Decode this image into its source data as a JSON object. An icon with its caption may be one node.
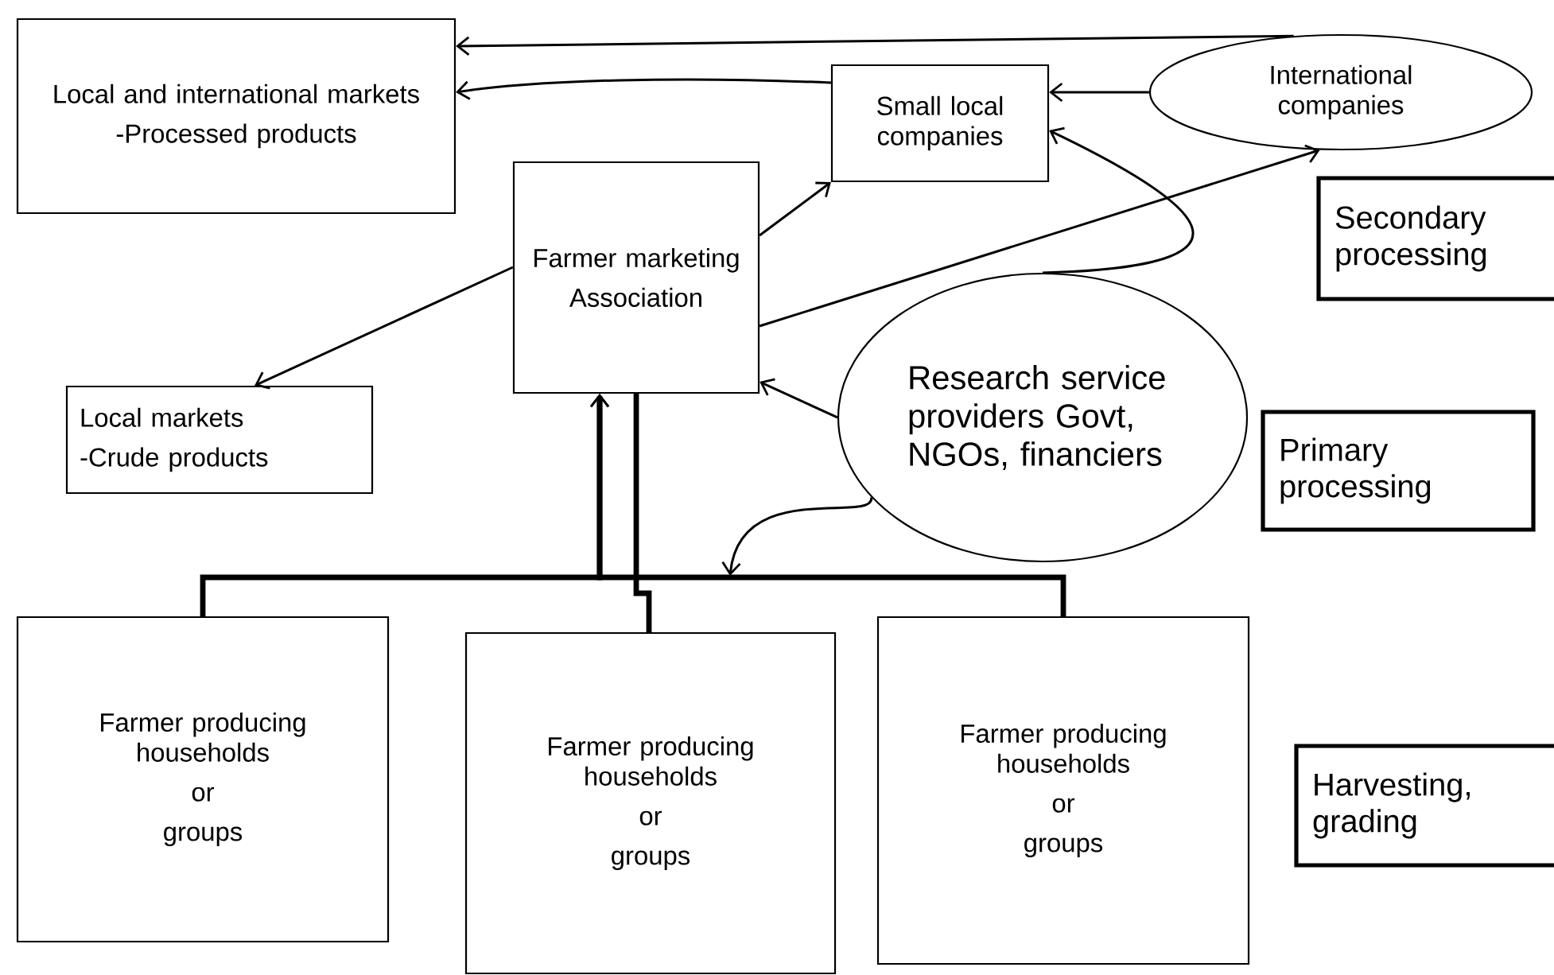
{
  "diagram": {
    "nodes": [
      {
        "text": [
          "Local and international markets",
          "-Processed products"
        ]
      },
      {
        "text": [
          "Small local companies"
        ]
      },
      {
        "text": [
          "International companies"
        ]
      },
      {
        "text": [
          "Farmer marketing",
          "Association"
        ]
      },
      {
        "text": [
          "Secondary processing"
        ]
      },
      {
        "text": [
          "Local markets",
          "-Crude products"
        ]
      },
      {
        "text": [
          "Research service providers Govt, NGOs, financiers"
        ]
      },
      {
        "text": [
          "Primary processing"
        ]
      },
      {
        "text": [
          "Farmer producing households",
          "or",
          "groups"
        ]
      },
      {
        "text": [
          "Farmer producing households",
          "or",
          "groups"
        ]
      },
      {
        "text": [
          "Farmer producing households",
          "or",
          "groups"
        ]
      },
      {
        "text": [
          "Harvesting, grading"
        ]
      }
    ],
    "edges": [
      {
        "from": 2,
        "to": 0,
        "arrow": "to"
      },
      {
        "from": 1,
        "to": 0,
        "arrow": "to"
      },
      {
        "from": 2,
        "to": 1,
        "arrow": "to"
      },
      {
        "from": 3,
        "to": 1,
        "arrow": "to"
      },
      {
        "from": 3,
        "to": 2,
        "arrow": "to"
      },
      {
        "from": 6,
        "to": 1,
        "arrow": "to"
      },
      {
        "from": 3,
        "to": 5,
        "arrow": "to"
      },
      {
        "from": 6,
        "to": 3,
        "arrow": "to"
      },
      {
        "from": 8,
        "to": 3,
        "arrow": "to",
        "style": "thick"
      },
      {
        "from": 10,
        "to": 3,
        "arrow": "to",
        "style": "thick"
      },
      {
        "from": 3,
        "to": 9,
        "arrow": "none",
        "style": "thick"
      },
      {
        "from": 6,
        "to": null,
        "arrow": "to"
      }
    ]
  }
}
